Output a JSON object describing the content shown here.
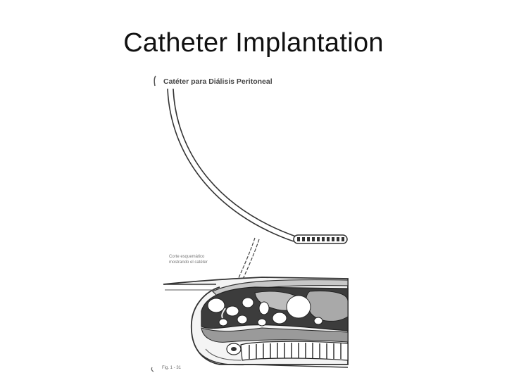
{
  "slide": {
    "title": "Catheter Implantation"
  },
  "figure": {
    "heading": "Catéter para Diálisis Peritoneal",
    "caption_line1": "Corte esquemático",
    "caption_line2": "mostrando el catéter",
    "fig_label": "Fig. 1 - 31"
  }
}
